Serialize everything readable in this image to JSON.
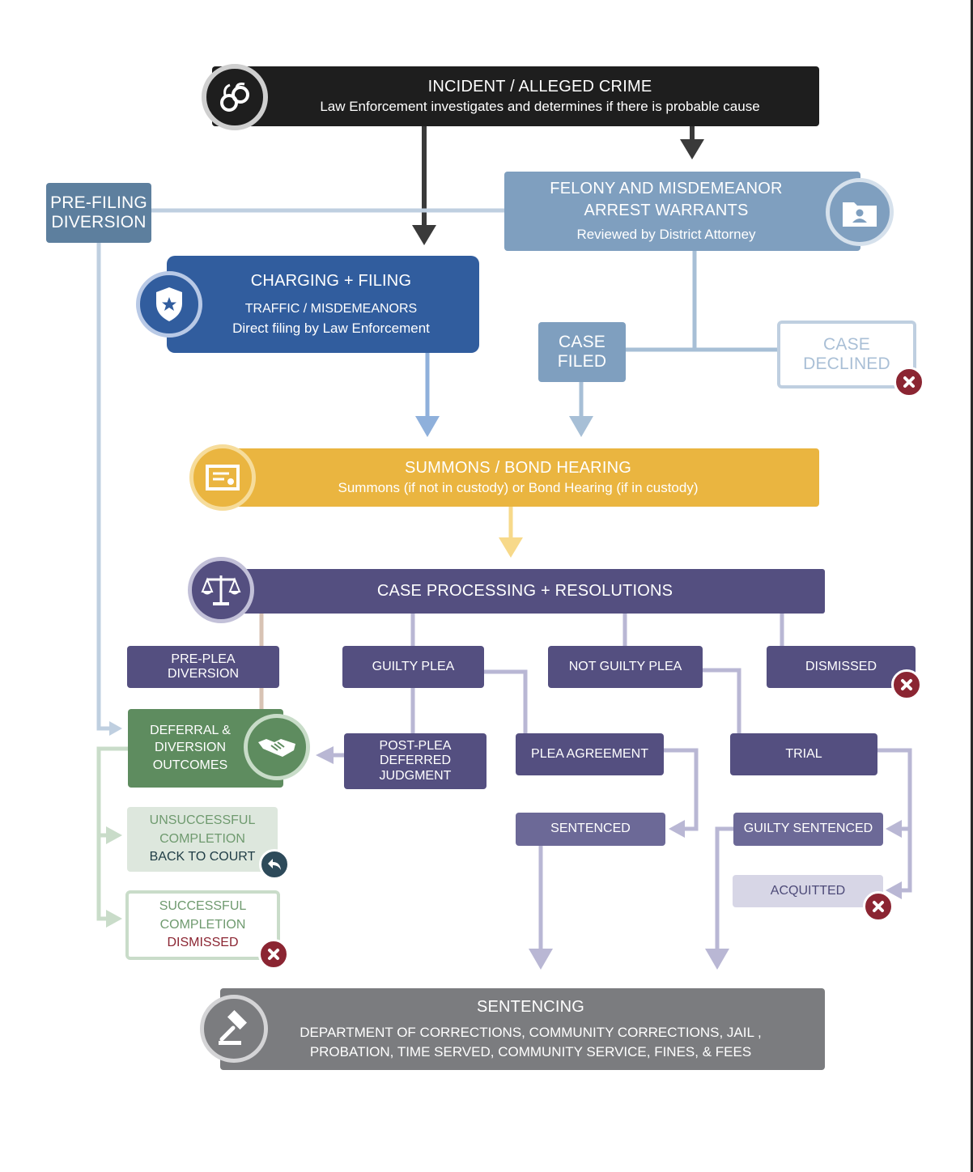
{
  "colors": {
    "black": "#1e1e1e",
    "steel": "#7f9fbf",
    "steel_dark": "#5d7f9e",
    "royal": "#315d9e",
    "gold": "#eab540",
    "purple": "#544f80",
    "purple_mid": "#6c6997",
    "green": "#5e8c5f",
    "gray": "#7b7c7f",
    "red": "#8b2532",
    "teal_dark": "#2d4a5a"
  },
  "incident": {
    "title": "INCIDENT / ALLEGED CRIME",
    "subtitle": "Law Enforcement investigates and determines if there is probable cause",
    "icon": "handcuffs-icon"
  },
  "pre_filing": {
    "line1": "PRE-FILING",
    "line2": "DIVERSION"
  },
  "warrants": {
    "line1": "FELONY AND MISDEMEANOR",
    "line2": "ARREST WARRANTS",
    "sub": "Reviewed by District Attorney",
    "icon": "folder-person-icon"
  },
  "charging": {
    "title": "CHARGING + FILING",
    "sub1": "TRAFFIC / MISDEMEANORS",
    "sub2": "Direct filing by Law Enforcement",
    "icon": "police-badge-icon"
  },
  "case_filed": {
    "line1": "CASE",
    "line2": "FILED"
  },
  "case_declined": {
    "line1": "CASE",
    "line2": "DECLINED"
  },
  "summons": {
    "title": "SUMMONS / BOND HEARING",
    "subtitle": "Summons (if not in custody) or Bond Hearing (if in custody)",
    "icon": "certificate-icon"
  },
  "processing": {
    "title": "CASE PROCESSING + RESOLUTIONS",
    "icon": "scales-icon"
  },
  "pre_plea": {
    "line1": "PRE-PLEA",
    "line2": "DIVERSION"
  },
  "guilty_plea": {
    "label": "GUILTY PLEA"
  },
  "not_guilty_plea": {
    "label": "NOT GUILTY PLEA"
  },
  "dismissed_top": {
    "label": "DISMISSED"
  },
  "deferral": {
    "line1": "DEFERRAL &",
    "line2": "DIVERSION",
    "line3": "OUTCOMES",
    "icon": "handshake-icon"
  },
  "post_plea": {
    "line1": "POST-PLEA",
    "line2": "DEFERRED",
    "line3": "JUDGMENT"
  },
  "plea_agreement": {
    "label": "PLEA AGREEMENT"
  },
  "trial": {
    "label": "TRIAL"
  },
  "unsuccessful": {
    "line1": "UNSUCCESSFUL",
    "line2": "COMPLETION",
    "line3": "BACK TO COURT",
    "icon": "back-arrow-icon"
  },
  "successful": {
    "line1": "SUCCESSFUL",
    "line2": "COMPLETION",
    "line3": "DISMISSED"
  },
  "sentenced": {
    "label": "SENTENCED"
  },
  "guilty_sentenced": {
    "label": "GUILTY SENTENCED"
  },
  "acquitted": {
    "label": "ACQUITTED"
  },
  "sentencing": {
    "title": "SENTENCING",
    "line1": "DEPARTMENT OF CORRECTIONS, COMMUNITY CORRECTIONS, JAIL ,",
    "line2": "PROBATION, TIME SERVED, COMMUNITY SERVICE, FINES, & FEES",
    "icon": "gavel-icon"
  }
}
